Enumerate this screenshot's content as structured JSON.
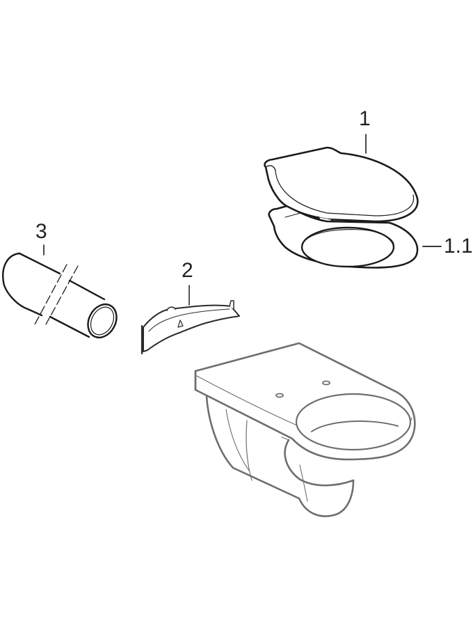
{
  "diagram": {
    "type": "exploded-parts-drawing",
    "colors": {
      "background": "#ffffff",
      "stroke": "#1a1a1a",
      "ceramic_stroke": "#6e6e6e",
      "label": "#222222"
    },
    "parts": [
      {
        "id": "1",
        "label": "1",
        "description": "toilet seat with lid"
      },
      {
        "id": "1.1",
        "label": "1.1",
        "description": "toilet seat ring"
      },
      {
        "id": "2",
        "label": "2",
        "description": "fixing bracket / connector piece"
      },
      {
        "id": "3",
        "label": "3",
        "description": "connector pipe (cut length)"
      },
      {
        "id": "bowl",
        "label": "",
        "description": "wall-hung WC bowl"
      }
    ]
  }
}
